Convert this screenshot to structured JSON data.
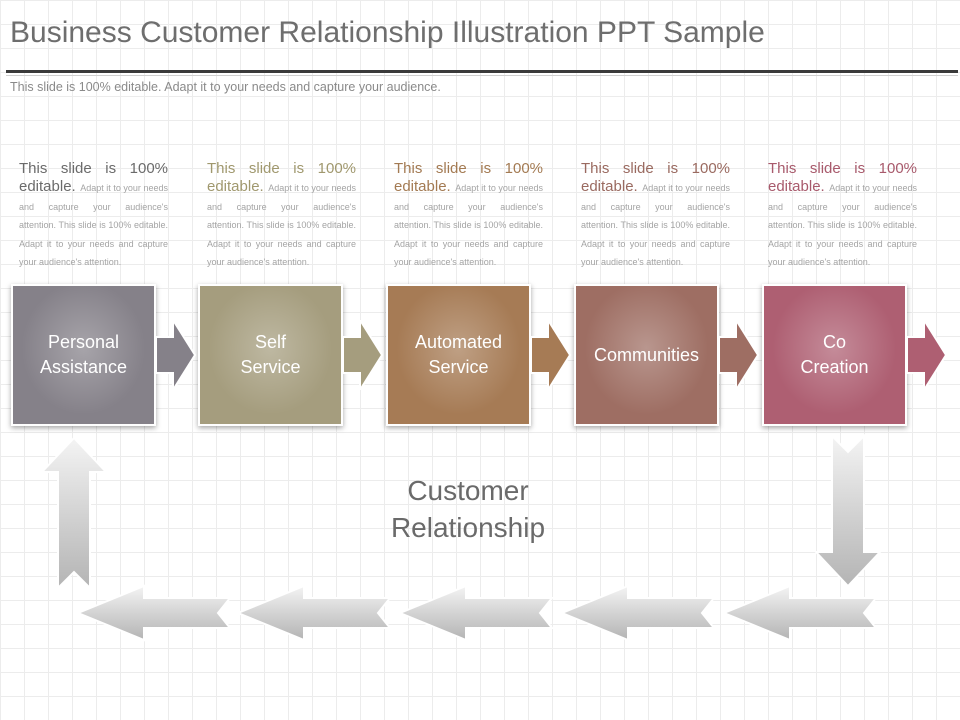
{
  "slide": {
    "title": "Business Customer Relationship Illustration PPT Sample",
    "subtitle": "This slide is 100% editable. Adapt it to your needs and capture your audience."
  },
  "center_label": {
    "line1": "Customer",
    "line2": "Relationship"
  },
  "steps": [
    {
      "label_line1": "Personal",
      "label_line2": "Assistance",
      "desc_head": "This slide is 100% editable.",
      "desc_body": "Adapt it to your needs and capture your audience's attention. This slide is 100% editable. Adapt it to your needs and capture your audience's attention.",
      "color": "#858189",
      "head_color": "#6b6b6b"
    },
    {
      "label_line1": "Self",
      "label_line2": "Service",
      "desc_head": "This slide is 100% editable.",
      "desc_body": "Adapt it to your needs and capture your audience's attention. This slide is 100% editable. Adapt it to your needs and capture your audience's attention.",
      "color": "#a59d7e",
      "head_color": "#a0986e"
    },
    {
      "label_line1": "Automated",
      "label_line2": "Service",
      "desc_head": "This slide is 100% editable.",
      "desc_body": "Adapt it to your needs and capture your audience's attention. This slide is 100% editable. Adapt it to your needs and capture your audience's attention.",
      "color": "#a67b55",
      "head_color": "#a37a52"
    },
    {
      "label_line1": "Communities",
      "label_line2": "",
      "desc_head": "This slide is 100% editable.",
      "desc_body": "Adapt it to your needs and capture your audience's attention. This slide is 100% editable. Adapt it to your needs and capture your audience's attention.",
      "color": "#9e6e63",
      "head_color": "#9a6a60"
    },
    {
      "label_line1": "Co",
      "label_line2": "Creation",
      "desc_head": "This slide is 100% editable.",
      "desc_body": "Adapt it to your needs and capture your audience's attention. This slide is 100% editable. Adapt it to your needs and capture your audience's attention.",
      "color": "#ae5f72",
      "head_color": "#a85a6c"
    }
  ]
}
